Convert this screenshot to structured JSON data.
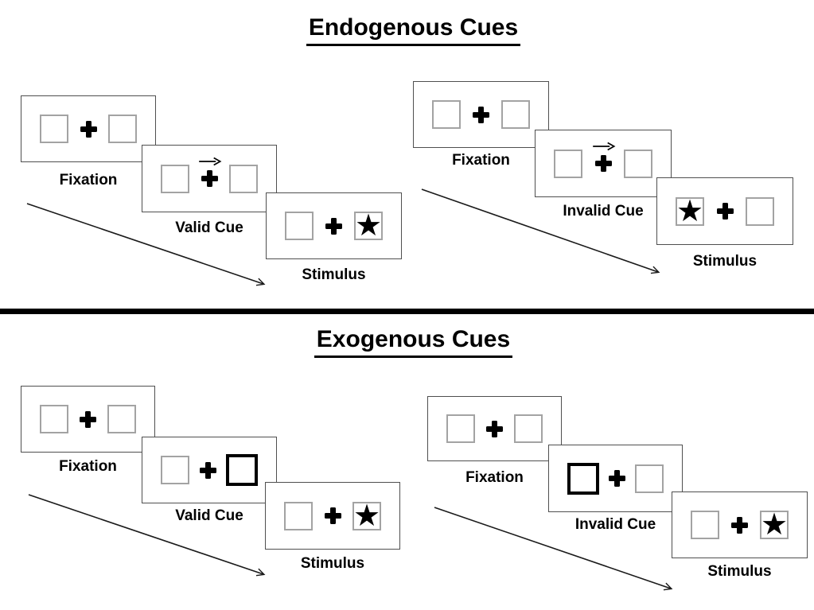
{
  "glyphs": {
    "star": "★"
  },
  "colors": {
    "ink": "#000000",
    "panel_border": "#4f4f4f",
    "box_border": "#a3a3a3",
    "background": "#ffffff"
  },
  "sections": [
    {
      "id": "endogenous",
      "title": "Endogenous Cues",
      "sequences": [
        {
          "name": "valid-trial",
          "panels": [
            {
              "label": "Fixation",
              "cue": "none",
              "star": "none"
            },
            {
              "label": "Valid Cue",
              "cue": "arrow-right",
              "star": "none"
            },
            {
              "label": "Stimulus",
              "cue": "none",
              "star": "right"
            }
          ]
        },
        {
          "name": "invalid-trial",
          "panels": [
            {
              "label": "Fixation",
              "cue": "none",
              "star": "none"
            },
            {
              "label": "Invalid Cue",
              "cue": "arrow-right",
              "star": "none"
            },
            {
              "label": "Stimulus",
              "cue": "none",
              "star": "left"
            }
          ]
        }
      ]
    },
    {
      "id": "exogenous",
      "title": "Exogenous Cues",
      "sequences": [
        {
          "name": "valid-trial",
          "panels": [
            {
              "label": "Fixation",
              "cue": "none",
              "star": "none"
            },
            {
              "label": "Valid Cue",
              "cue": "bold-box-right",
              "star": "none"
            },
            {
              "label": "Stimulus",
              "cue": "none",
              "star": "right"
            }
          ]
        },
        {
          "name": "invalid-trial",
          "panels": [
            {
              "label": "Fixation",
              "cue": "none",
              "star": "none"
            },
            {
              "label": "Invalid Cue",
              "cue": "bold-box-left",
              "star": "none"
            },
            {
              "label": "Stimulus",
              "cue": "none",
              "star": "right"
            }
          ]
        }
      ]
    }
  ]
}
